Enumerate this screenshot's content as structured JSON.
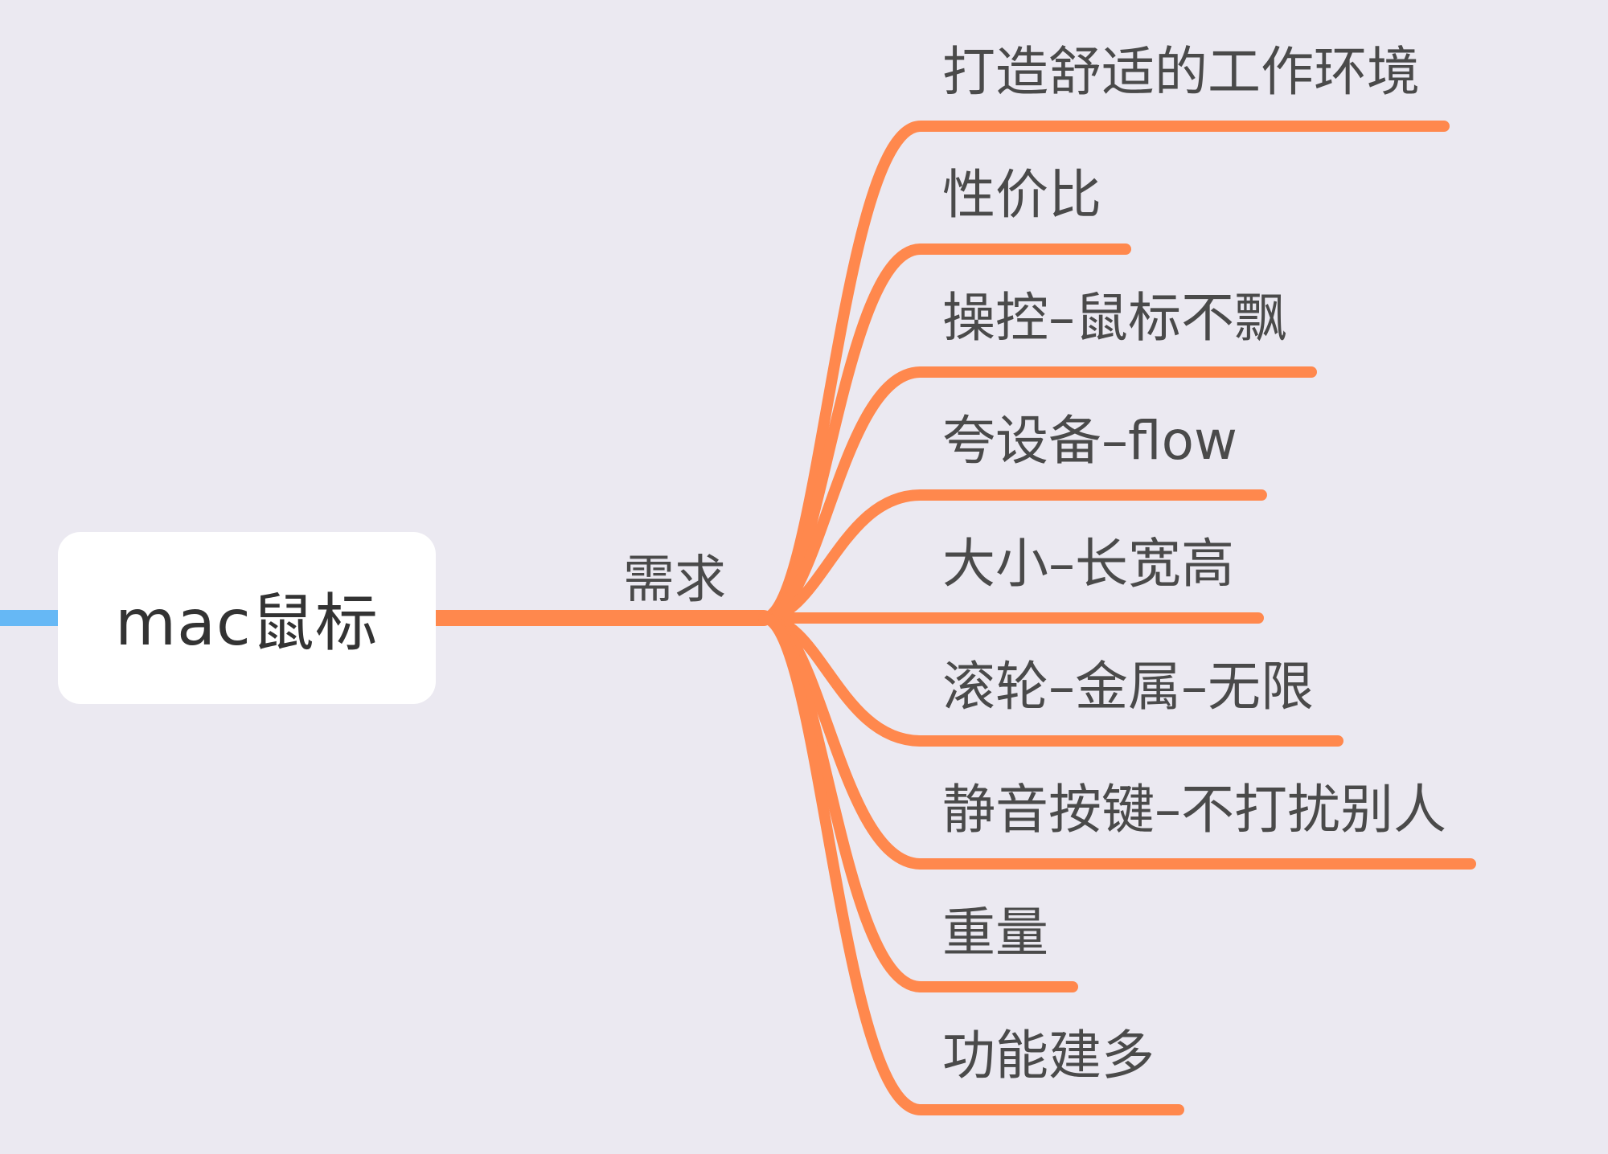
{
  "mindmap": {
    "root": {
      "label": "mac鼠标"
    },
    "branch": {
      "label": "需求"
    },
    "leaves": [
      "打造舒适的工作环境",
      "性价比",
      "操控–鼠标不飘",
      "夸设备–flow",
      "大小–长宽高",
      "滚轮–金属–无限",
      "静音按键–不打扰别人",
      "重量",
      "功能建多"
    ]
  },
  "colors": {
    "background": "#ebe9f1",
    "branch_line": "#ff884d",
    "parent_line": "#66b8f5",
    "node_fill": "#ffffff",
    "text": "#4a4a4a"
  }
}
